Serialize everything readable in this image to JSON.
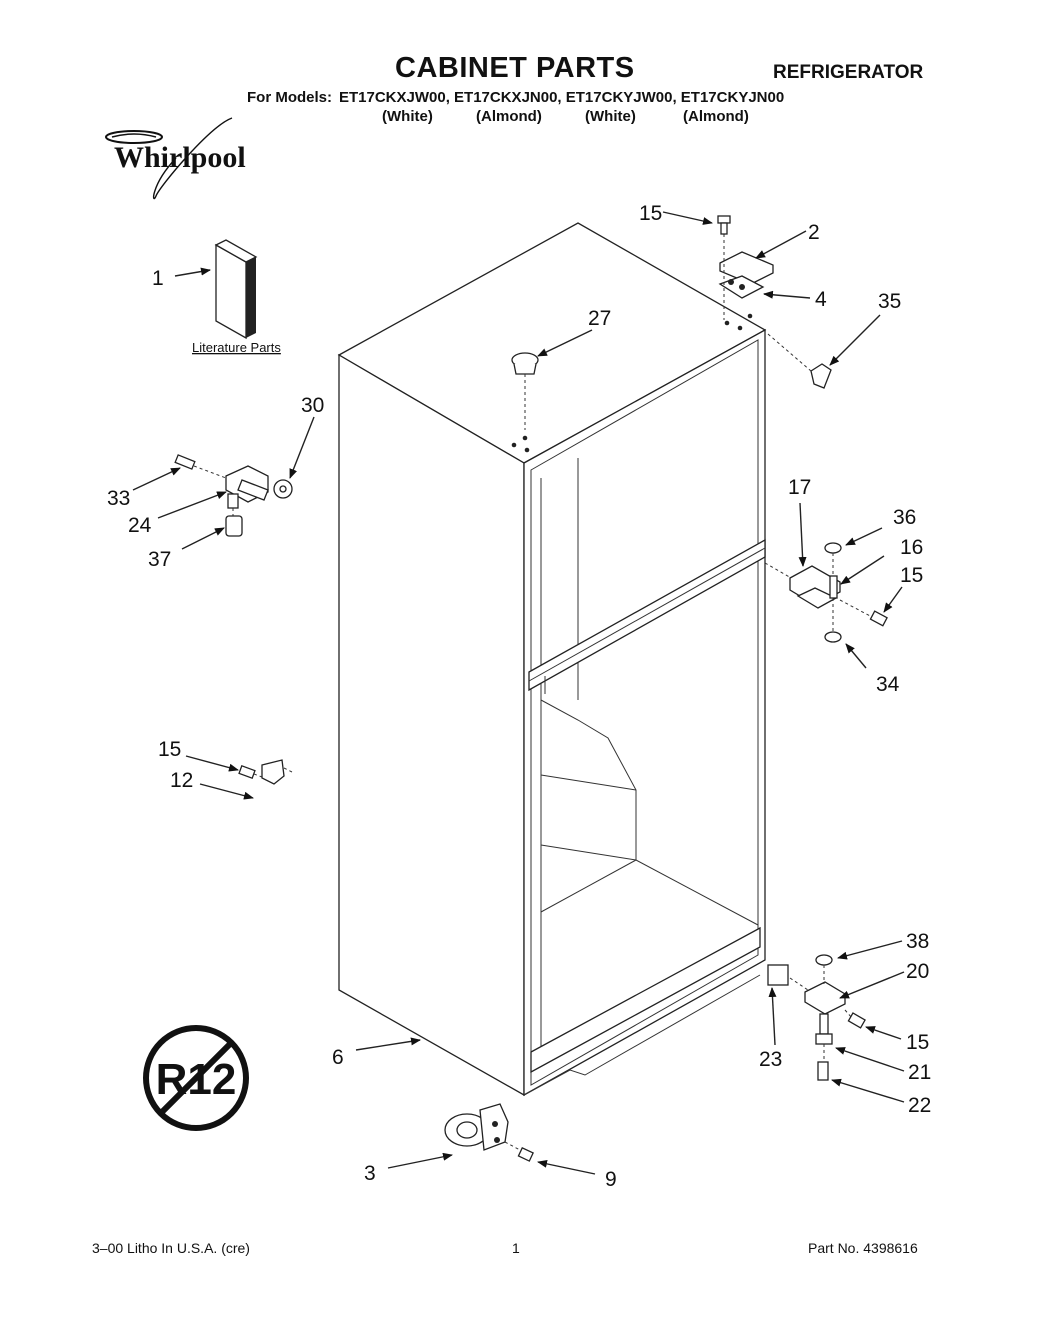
{
  "header": {
    "title": "CABINET PARTS",
    "category": "REFRIGERATOR",
    "models_prefix": "For Models:",
    "models": "ET17CKXJW00, ET17CKXJN00, ET17CKYJW00, ET17CKYJN00",
    "colors": [
      "(White)",
      "(Almond)",
      "(White)",
      "(Almond)"
    ]
  },
  "brand": {
    "name": "Whirlpool"
  },
  "literature_caption": "Literature Parts",
  "callouts": [
    "1",
    "2",
    "4",
    "15",
    "35",
    "27",
    "30",
    "33",
    "24",
    "37",
    "17",
    "36",
    "16",
    "15",
    "34",
    "15",
    "12",
    "38",
    "20",
    "15",
    "6",
    "23",
    "21",
    "22",
    "3",
    "9"
  ],
  "badge": {
    "text": "R12"
  },
  "footer": {
    "printing": "3–00 Litho In U.S.A. (cre)",
    "page": "1",
    "part_no": "Part No. 4398616"
  }
}
